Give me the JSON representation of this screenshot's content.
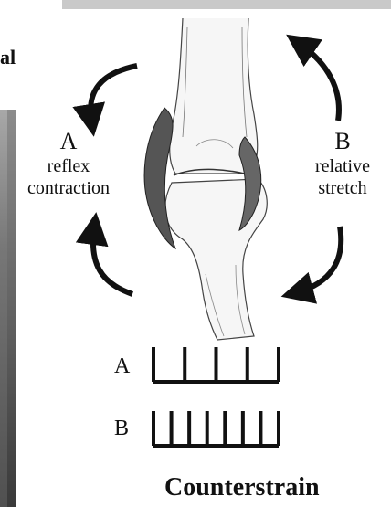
{
  "corner_text": "al",
  "label_a": {
    "letter": "A",
    "line1": "reflex",
    "line2": "contraction"
  },
  "label_b": {
    "letter": "B",
    "line1": "relative",
    "line2": "stretch"
  },
  "fiber_rows": [
    {
      "label": "A",
      "ticks": 5
    },
    {
      "label": "B",
      "ticks": 8
    }
  ],
  "caption": "Counterstrain"
}
